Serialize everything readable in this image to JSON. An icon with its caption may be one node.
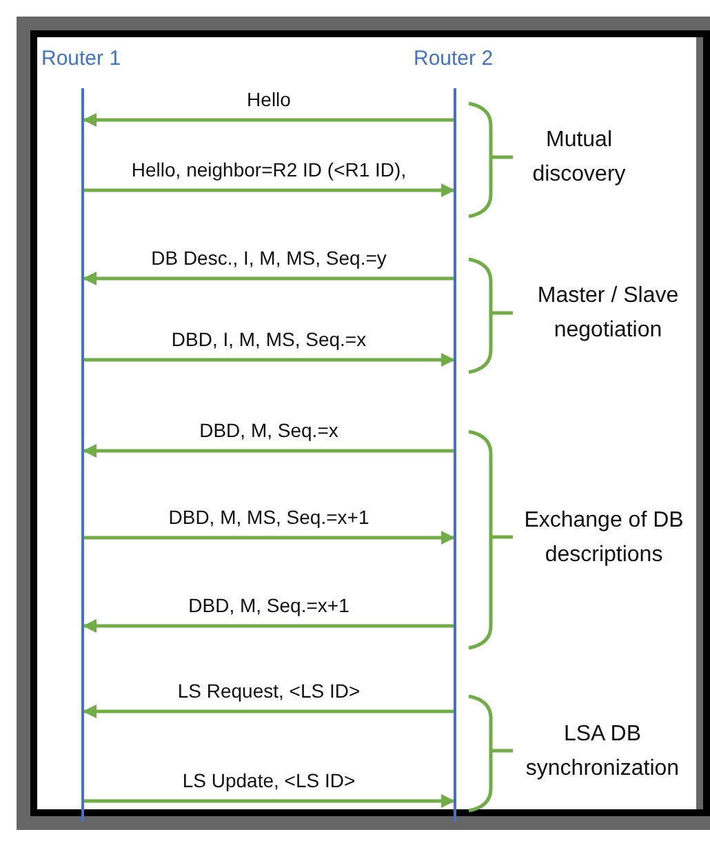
{
  "diagram": {
    "nodes": [
      {
        "text": [
          "Router 1"
        ]
      },
      {
        "text": [
          "Router 2"
        ]
      }
    ],
    "edges": [
      {
        "from": 1,
        "to": 0,
        "arrow": "to",
        "label": "Hello"
      },
      {
        "from": 0,
        "to": 1,
        "arrow": "to",
        "label": "Hello, neighbor=R2 ID (<R1 ID),"
      },
      {
        "from": 1,
        "to": 0,
        "arrow": "to",
        "label": "DB Desc., I, M, MS, Seq.=y"
      },
      {
        "from": 0,
        "to": 1,
        "arrow": "to",
        "label": "DBD, I, M, MS, Seq.=x"
      },
      {
        "from": 1,
        "to": 0,
        "arrow": "to",
        "label": "DBD, M, Seq.=x"
      },
      {
        "from": 0,
        "to": 1,
        "arrow": "to",
        "label": "DBD, M, MS, Seq.=x+1"
      },
      {
        "from": 1,
        "to": 0,
        "arrow": "to",
        "label": "DBD, M, Seq.=x+1"
      },
      {
        "from": 1,
        "to": 0,
        "arrow": "to",
        "label": "LS Request, <LS ID>"
      },
      {
        "from": 0,
        "to": 1,
        "arrow": "to",
        "label": "LS Update, <LS ID>"
      }
    ],
    "labels": [
      "Mutual discovery",
      "Master / Slave negotiation",
      "Exchange of DB descriptions",
      "LSA DB synchronization"
    ]
  }
}
